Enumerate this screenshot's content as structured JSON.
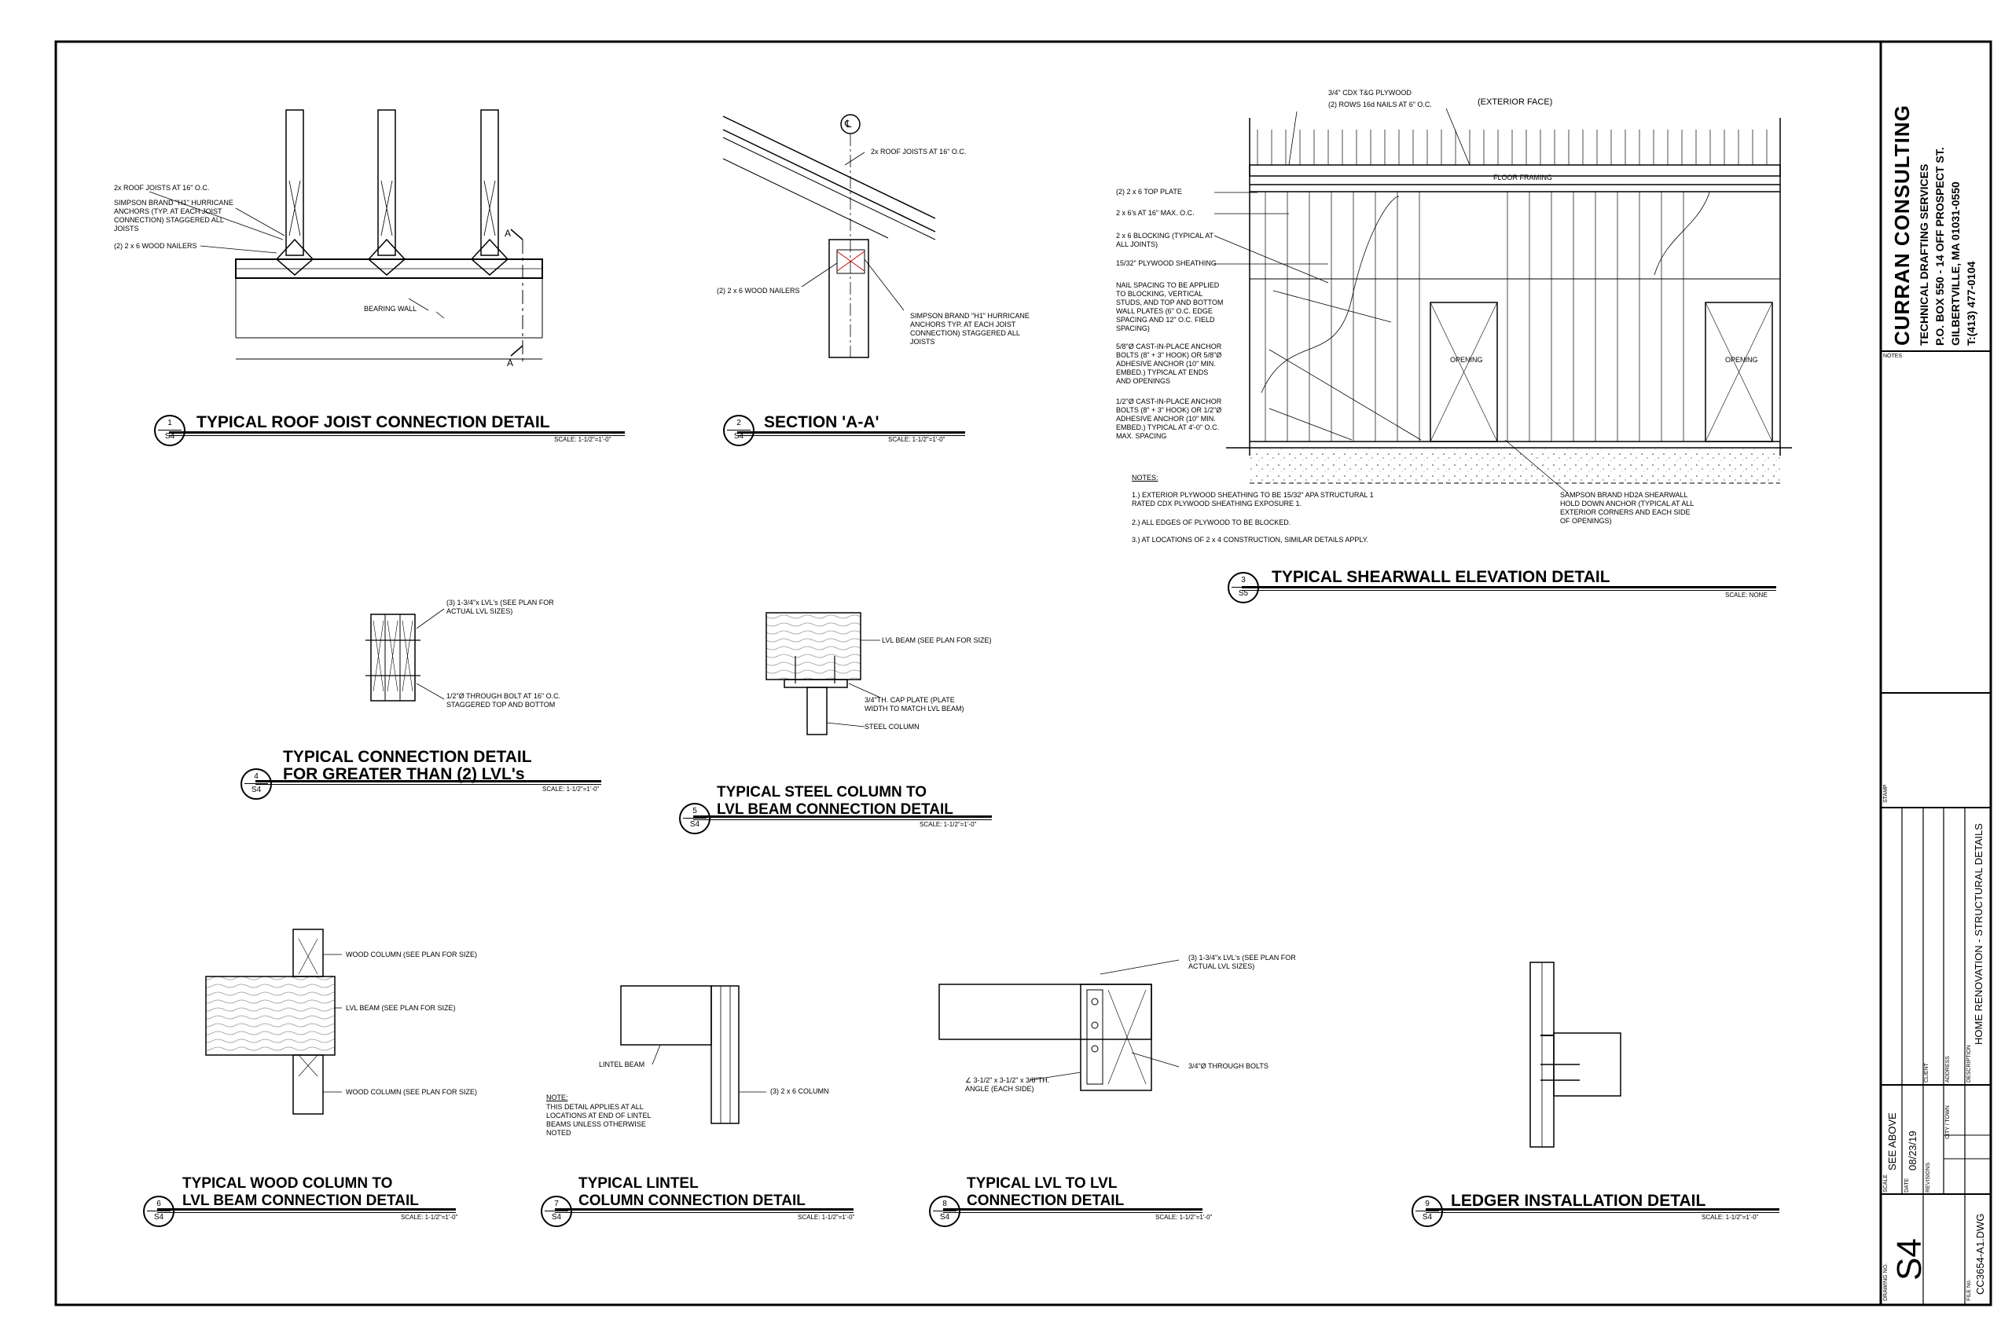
{
  "title_block": {
    "company": "CURRAN CONSULTING",
    "service": "TECHNICAL DRAFTING SERVICES",
    "address1": "P.O. BOX 550 - 14 OFF PROSPECT ST.",
    "address2": "GILBERTVILLE, MA 01031-0550",
    "phone": "T:(413) 477-0104",
    "notes_label": "NOTES",
    "stamp_label": "STAMP",
    "client_label": "CLIENT",
    "address_label": "ADDRESS",
    "city_label": "CITY / TOWN",
    "description_label": "DESCRIPTION",
    "description": "HOME RENOVATION - STRUCTURAL DETAILS",
    "scale_label": "SCALE",
    "scale": "SEE ABOVE",
    "date_label": "DATE",
    "date": "08/23/19",
    "revisions_label": "REVISIONS",
    "drawing_no_label": "DRAWING NO.",
    "drawing_no": "S4",
    "file_no_label": "FILE No.",
    "file_no": "CC3654-A1.DWG"
  },
  "details": [
    {
      "num": "1",
      "sheet": "S4",
      "title": "TYPICAL ROOF JOIST CONNECTION DETAIL",
      "scale": "SCALE: 1-1/2\"=1'-0\""
    },
    {
      "num": "2",
      "sheet": "S4",
      "title": "SECTION 'A-A'",
      "scale": "SCALE: 1-1/2\"=1'-0\""
    },
    {
      "num": "3",
      "sheet": "S5",
      "title": "TYPICAL SHEARWALL ELEVATION DETAIL",
      "scale": "SCALE: NONE"
    },
    {
      "num": "4",
      "sheet": "S4",
      "title": "TYPICAL CONNECTION DETAIL\nFOR GREATER THAN (2) LVL's",
      "scale": "SCALE: 1-1/2\"=1'-0\""
    },
    {
      "num": "5",
      "sheet": "S4",
      "title": "TYPICAL STEEL COLUMN TO\nLVL BEAM CONNECTION DETAIL",
      "scale": "SCALE: 1-1/2\"=1'-0\""
    },
    {
      "num": "6",
      "sheet": "S4",
      "title": "TYPICAL WOOD COLUMN TO\nLVL BEAM CONNECTION DETAIL",
      "scale": "SCALE: 1-1/2\"=1'-0\""
    },
    {
      "num": "7",
      "sheet": "S4",
      "title": "TYPICAL LINTEL\nCOLUMN CONNECTION DETAIL",
      "scale": "SCALE: 1-1/2\"=1'-0\""
    },
    {
      "num": "8",
      "sheet": "S4",
      "title": "TYPICAL LVL TO LVL\nCONNECTION DETAIL",
      "scale": "SCALE: 1-1/2\"=1'-0\""
    },
    {
      "num": "9",
      "sheet": "S4",
      "title": "LEDGER INSTALLATION DETAIL",
      "scale": "SCALE: 1-1/2\"=1'-0\""
    }
  ],
  "d1": {
    "joists": "2x ROOF JOISTS AT 16\" O.C.",
    "anchors": "SIMPSON BRAND \"H1\" HURRICANE\nANCHORS (TYP. AT EACH JOIST\nCONNECTION) STAGGERED ALL\nJOISTS",
    "nailers": "(2) 2 x 6 WOOD NAILERS",
    "bearing": "BEARING WALL",
    "cut_a": "A"
  },
  "d2": {
    "cl": "℄",
    "joists": "2x ROOF JOISTS AT 16\" O.C.",
    "nailers": "(2) 2 x 6 WOOD NAILERS",
    "anchors": "SIMPSON BRAND \"H1\" HURRICANE\nANCHORS TYP. AT EACH JOIST\nCONNECTION) STAGGERED ALL\nJOISTS"
  },
  "d3": {
    "plywood": "3/4\" CDX T&G PLYWOOD",
    "nails": "(2) ROWS 16d NAILS AT 6\" O.C.",
    "exterior": "(EXTERIOR FACE)",
    "floor_framing": "FLOOR FRAMING",
    "top_plate": "(2) 2 x 6 TOP PLATE",
    "studs": "2 x 6's AT 16\" MAX. O.C.",
    "blocking": "2 x 6 BLOCKING (TYPICAL AT\nALL JOINTS)",
    "sheathing": "15/32\" PLYWOOD SHEATHING",
    "nail_spacing": "NAIL SPACING TO BE APPLIED\nTO BLOCKING, VERTICAL\nSTUDS, AND TOP AND BOTTOM\nWALL PLATES (6\" O.C. EDGE\nSPACING AND 12\" O.C. FIELD\nSPACING)",
    "anchor1": "5/8\"Ø CAST-IN-PLACE ANCHOR\nBOLTS (8\" + 3\" HOOK) OR 5/8\"Ø\nADHESIVE ANCHOR (10\" MIN.\nEMBED.) TYPICAL AT ENDS\nAND OPENINGS",
    "anchor2": "1/2\"Ø CAST-IN-PLACE ANCHOR\nBOLTS (8\" + 3\" HOOK) OR 1/2\"Ø\nADHESIVE ANCHOR (10\" MIN.\nEMBED.) TYPICAL AT 4'-0\" O.C.\nMAX. SPACING",
    "opening": "OPENING",
    "holddown": "SAMPSON BRAND HD2A SHEARWALL\nHOLD DOWN ANCHOR (TYPICAL AT ALL\nEXTERIOR CORNERS AND EACH SIDE\nOF OPENINGS)",
    "notes_title": "NOTES:",
    "note1": "1.) EXTERIOR PLYWOOD SHEATHING TO BE 15/32\" APA STRUCTURAL 1\nRATED CDX PLYWOOD SHEATHING EXPOSURE 1.",
    "note2": "2.) ALL EDGES OF PLYWOOD TO BE BLOCKED.",
    "note3": "3.) AT LOCATIONS OF 2 x 4 CONSTRUCTION, SIMILAR DETAILS APPLY."
  },
  "d4": {
    "lvls": "(3) 1-3/4\"x LVL's (SEE PLAN FOR\nACTUAL LVL SIZES)",
    "bolt": "1/2\"Ø THROUGH BOLT AT 16\" O.C.\nSTAGGERED TOP AND BOTTOM"
  },
  "d5": {
    "beam": "LVL BEAM (SEE PLAN FOR SIZE)",
    "cap": "3/4\"TH. CAP PLATE (PLATE\nWIDTH TO MATCH LVL BEAM)",
    "column": "STEEL COLUMN"
  },
  "d6": {
    "col_top": "WOOD COLUMN (SEE PLAN FOR SIZE)",
    "beam": "LVL BEAM (SEE PLAN FOR SIZE)",
    "col_bot": "WOOD COLUMN (SEE PLAN FOR SIZE)"
  },
  "d7": {
    "lintel": "LINTEL BEAM",
    "column": "(3) 2 x 6 COLUMN",
    "note_title": "NOTE:",
    "note": "THIS DETAIL APPLIES AT ALL\nLOCATIONS AT END OF LINTEL\nBEAMS UNLESS OTHERWISE\nNOTED"
  },
  "d8": {
    "lvls": "(3) 1-3/4\"x LVL's (SEE PLAN FOR\nACTUAL LVL SIZES)",
    "bolts": "3/4\"Ø THROUGH BOLTS",
    "angle": "∠ 3-1/2\" x 3-1/2\" x 3/8\"TH.\nANGLE (EACH SIDE)"
  }
}
